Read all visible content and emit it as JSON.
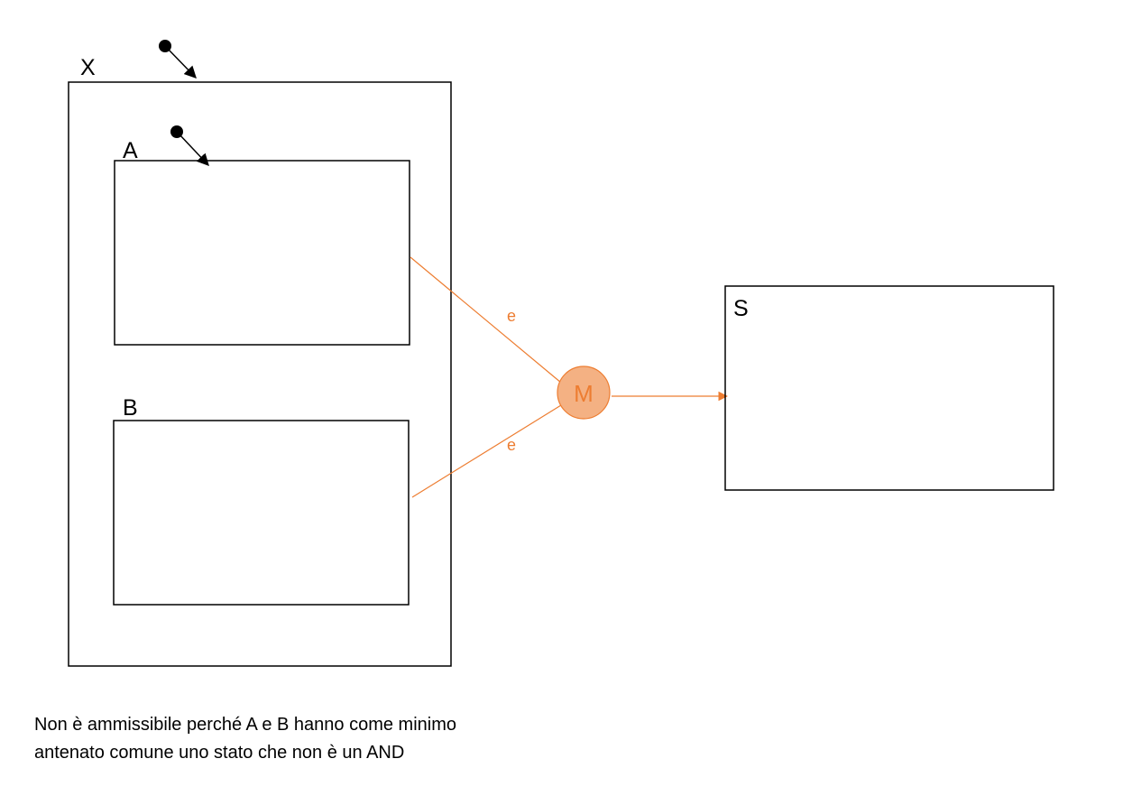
{
  "states": {
    "outer": {
      "label": "X"
    },
    "child_a": {
      "label": "A"
    },
    "child_b": {
      "label": "B"
    },
    "target": {
      "label": "S"
    }
  },
  "junction": {
    "label": "M"
  },
  "transitions": {
    "from_a": {
      "label": "e"
    },
    "from_b": {
      "label": "e"
    }
  },
  "note": {
    "lines": [
      "Non è ammissibile perché A e B hanno come minimo",
      "antenato comune uno stato che non è un AND"
    ]
  },
  "colors": {
    "stroke": "#000000",
    "accent": "#ED7D31",
    "junction_fill": "#F4B183"
  }
}
